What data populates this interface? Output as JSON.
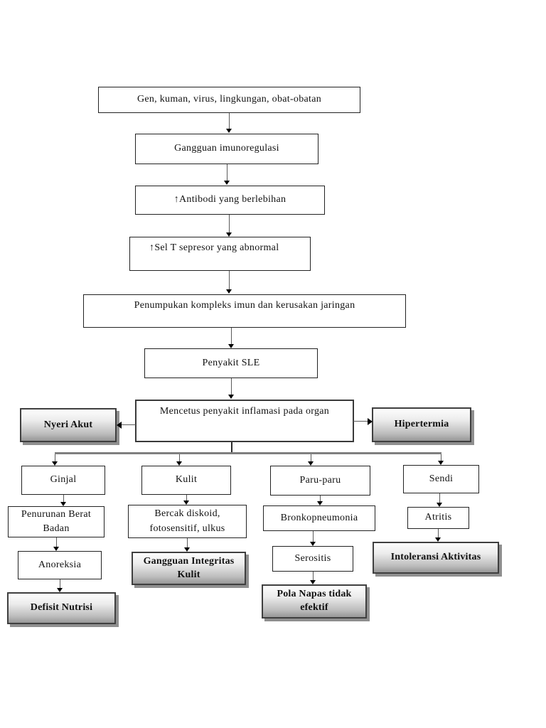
{
  "diagram": {
    "title_hint": "Pathway / WOC Penyakit SLE (Systemic Lupus Erythematosus)",
    "nodes": {
      "causes": {
        "label": "Gen, kuman, virus, lingkungan, obat-obatan"
      },
      "imunoregulasi": {
        "label": "Gangguan imunoregulasi"
      },
      "antibodi": {
        "prefix": "↑",
        "label": "Antibodi yang berlebihan"
      },
      "sel_t": {
        "prefix": "↑",
        "label": "Sel T sepresor yang abnormal"
      },
      "penumpukan": {
        "label": "Penumpukan kompleks imun dan kerusakan jaringan"
      },
      "sle": {
        "label": "Penyakit SLE"
      },
      "mencetus": {
        "label": "Mencetus penyakit inflamasi pada organ"
      },
      "nyeri_akut": {
        "label": "Nyeri Akut"
      },
      "hipertermia": {
        "label": "Hipertermia"
      },
      "ginjal": {
        "label": "Ginjal"
      },
      "kulit": {
        "label": "Kulit"
      },
      "paru_paru": {
        "label": "Paru-paru"
      },
      "sendi": {
        "label": "Sendi"
      },
      "penurunan_bb": {
        "label": "Penurunan Berat Badan"
      },
      "bercak": {
        "label": "Bercak diskoid, fotosensitif, ulkus"
      },
      "bronkopneumonia": {
        "label": "Bronkopneumonia"
      },
      "atritis": {
        "label": "Atritis"
      },
      "anoreksia": {
        "label": "Anoreksia"
      },
      "gangguan_integritas": {
        "label": "Gangguan Integritas Kulit"
      },
      "serositis": {
        "label": "Serositis"
      },
      "intoleransi": {
        "label": "Intoleransi Aktivitas"
      },
      "defisit_nutrisi": {
        "label": "Defisit Nutrisi"
      },
      "pola_napas": {
        "label": "Pola Napas tidak efektif"
      }
    },
    "edges": [
      {
        "from": "causes",
        "to": "imunoregulasi"
      },
      {
        "from": "imunoregulasi",
        "to": "antibodi"
      },
      {
        "from": "antibodi",
        "to": "sel_t"
      },
      {
        "from": "sel_t",
        "to": "penumpukan"
      },
      {
        "from": "penumpukan",
        "to": "sle"
      },
      {
        "from": "sle",
        "to": "mencetus"
      },
      {
        "from": "mencetus",
        "to": "nyeri_akut"
      },
      {
        "from": "mencetus",
        "to": "hipertermia"
      },
      {
        "from": "mencetus",
        "to": "ginjal"
      },
      {
        "from": "mencetus",
        "to": "kulit"
      },
      {
        "from": "mencetus",
        "to": "paru_paru"
      },
      {
        "from": "mencetus",
        "to": "sendi"
      },
      {
        "from": "ginjal",
        "to": "penurunan_bb"
      },
      {
        "from": "penurunan_bb",
        "to": "anoreksia"
      },
      {
        "from": "anoreksia",
        "to": "defisit_nutrisi"
      },
      {
        "from": "kulit",
        "to": "bercak"
      },
      {
        "from": "bercak",
        "to": "gangguan_integritas"
      },
      {
        "from": "paru_paru",
        "to": "bronkopneumonia"
      },
      {
        "from": "bronkopneumonia",
        "to": "serositis"
      },
      {
        "from": "serositis",
        "to": "pola_napas"
      },
      {
        "from": "sendi",
        "to": "atritis"
      },
      {
        "from": "atritis",
        "to": "intoleransi"
      }
    ],
    "colors": {
      "node_border": "#222222",
      "diagnosis_gradient_top": "#fdfdfd",
      "diagnosis_gradient_bottom": "#979797",
      "connector": "#5a5a5a",
      "branch_line": "#7f7f7f"
    }
  }
}
